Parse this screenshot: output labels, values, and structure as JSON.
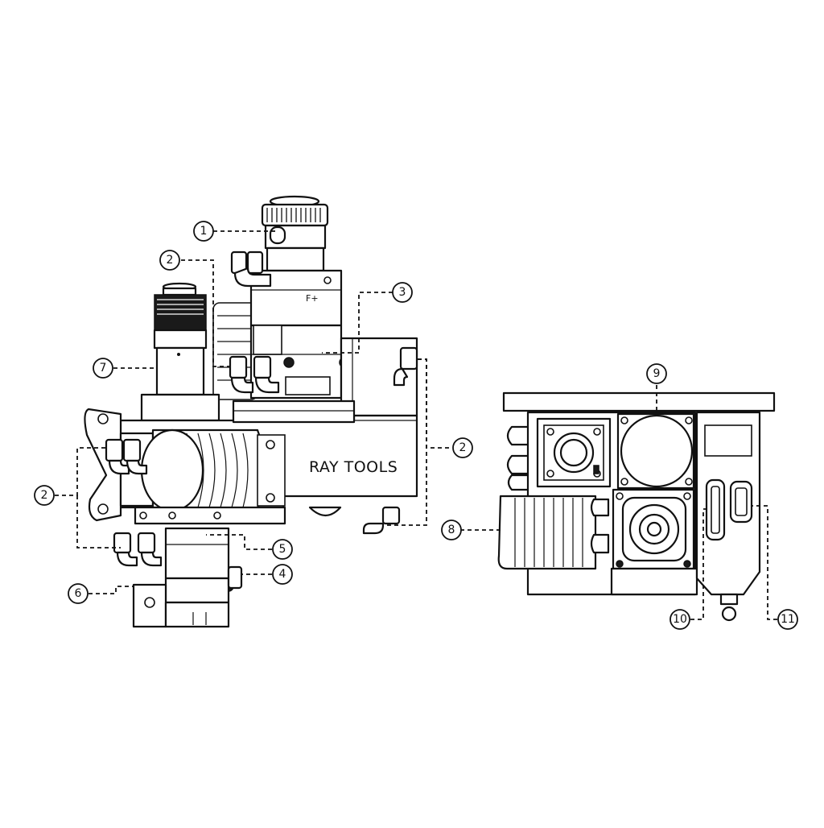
{
  "brand_label": "RAY TOOLS",
  "callouts": [
    {
      "id": "c1",
      "label": "1"
    },
    {
      "id": "c2a",
      "label": "2"
    },
    {
      "id": "c3",
      "label": "3"
    },
    {
      "id": "c7",
      "label": "7"
    },
    {
      "id": "c2b",
      "label": "2"
    },
    {
      "id": "c2c",
      "label": "2"
    },
    {
      "id": "c5",
      "label": "5"
    },
    {
      "id": "c4",
      "label": "4"
    },
    {
      "id": "c6",
      "label": "6"
    },
    {
      "id": "c9",
      "label": "9"
    },
    {
      "id": "c8",
      "label": "8"
    },
    {
      "id": "c10",
      "label": "10"
    },
    {
      "id": "c11",
      "label": "11"
    }
  ]
}
